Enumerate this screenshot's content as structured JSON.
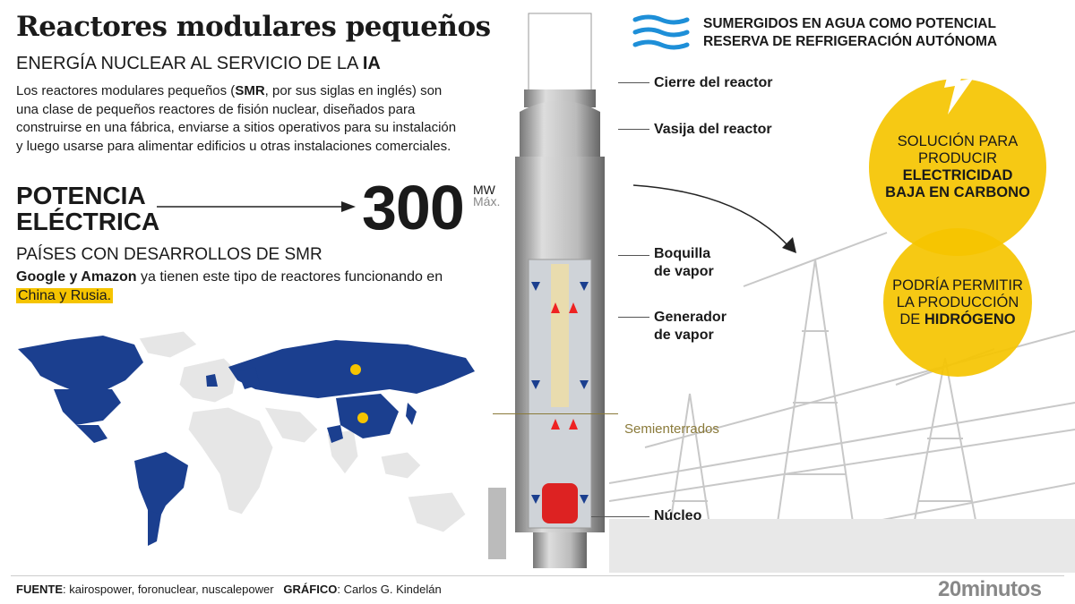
{
  "header": {
    "title": "Reactores modulares pequeños",
    "subtitle_prefix": "ENERGÍA NUCLEAR AL SERVICIO DE LA ",
    "subtitle_bold": "IA"
  },
  "intro": {
    "t1": "Los reactores modulares pequeños (",
    "bold": "SMR",
    "t2": ", por sus siglas en inglés) son una clase de pequeños reactores de fisión nuclear, diseñados para construirse en una fábrica, enviarse a sitios operativos para su instalación y luego usarse para alimentar edificios u otras instalaciones comerciales."
  },
  "power": {
    "label_line1": "POTENCIA",
    "label_line2": "ELÉCTRICA",
    "value": "300",
    "unit": "MW",
    "qualifier": "Máx."
  },
  "countries": {
    "title": "PAÍSES CON DESARROLLOS DE SMR",
    "bold": "Google y Amazon",
    "text": " ya tienen este tipo de reactores funcionando en ",
    "highlight": "China y Rusia."
  },
  "reactor_labels": {
    "closure": "Cierre del reactor",
    "vessel": "Vasija del reactor",
    "nozzle_1": "Boquilla",
    "nozzle_2": "de vapor",
    "generator_1": "Generador",
    "generator_2": "de vapor",
    "semi": "Semienterrados",
    "core": "Núcleo"
  },
  "water": {
    "line1": "SUMERGIDOS EN AGUA COMO POTENCIAL",
    "line2": "RESERVA DE REFRIGERACIÓN AUTÓNOMA"
  },
  "benefits": {
    "c1_line1": "SOLUCIÓN PARA",
    "c1_line2": "PRODUCIR",
    "c1_bold1": "ELECTRICIDAD",
    "c1_bold2": "BAJA EN CARBONO",
    "c2_line1": "PODRÍA PERMITIR",
    "c2_line2": "LA PRODUCCIÓN",
    "c2_line3": "DE ",
    "c2_bold": "HIDRÓGENO"
  },
  "footer": {
    "source_label": "FUENTE",
    "source": ": kairospower, foronuclear, nuscalepower",
    "graphic_label": "GRÁFICO",
    "graphic": ": Carlos G. Kindelán",
    "logo": "20minutos"
  },
  "colors": {
    "yellow": "#f5c400",
    "map_blue": "#1b3f8f",
    "water_blue": "#1e8fd8",
    "map_gray": "#e6e6e6"
  }
}
